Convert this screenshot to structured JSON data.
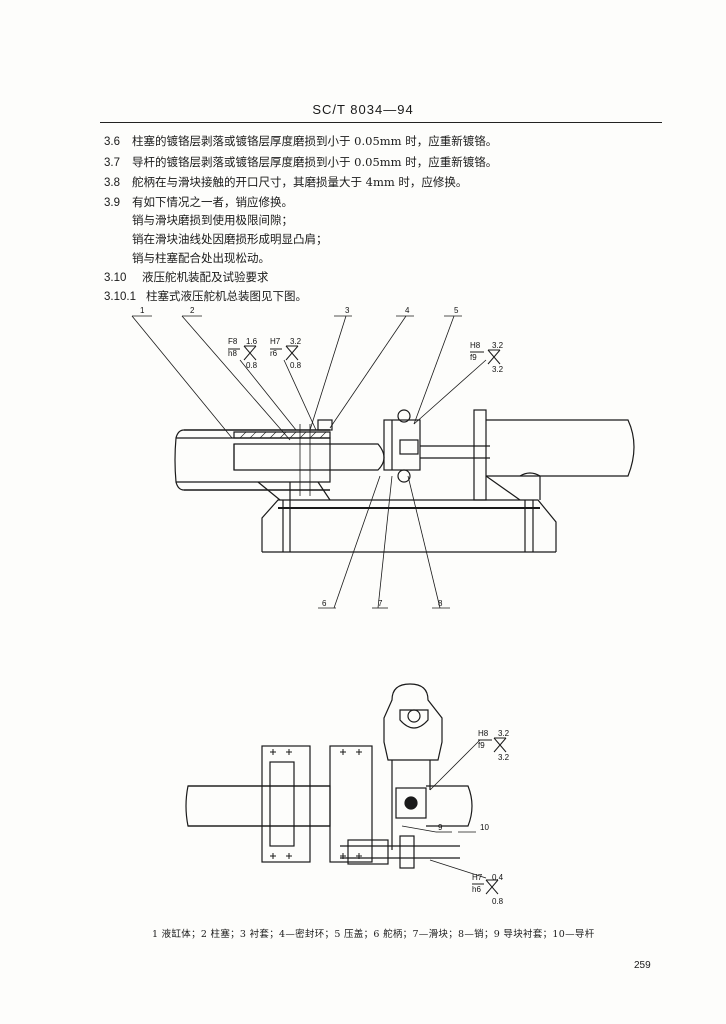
{
  "header": {
    "standard": "SC/T 8034—94"
  },
  "items": [
    {
      "num": "3.6",
      "text": "柱塞的镀铬层剥落或镀铬层厚度磨损到小于 0.05mm 时，应重新镀铬。"
    },
    {
      "num": "3.7",
      "text": "导杆的镀铬层剥落或镀铬层厚度磨损到小于 0.05mm 时，应重新镀铬。"
    },
    {
      "num": "3.8",
      "text": "舵柄在与滑块接触的开口尺寸，其磨损量大于 4mm 时，应修换。"
    },
    {
      "num": "3.9",
      "text": "有如下情况之一者，销应修换。"
    }
  ],
  "sub_items": [
    "销与滑块磨损到使用极限间隙；",
    "销在滑块油线处因磨损形成明显凸肩；",
    "销与柱塞配合处出现松动。"
  ],
  "section_310": {
    "num": "3.10",
    "text": "液压舵机装配及试验要求"
  },
  "section_3101": {
    "num": "3.10.1",
    "text": "柱塞式液压舵机总装图见下图。"
  },
  "figure": {
    "callouts_top": [
      "1",
      "2",
      "3",
      "4",
      "5"
    ],
    "callouts_bottom": [
      "6",
      "7",
      "8"
    ],
    "callouts_plan": [
      "9",
      "10"
    ],
    "fits": {
      "fit1_top": "F8",
      "fit1_bot": "h8",
      "fit1_ra1": "1.6",
      "fit1_ra2": "0.8",
      "fit2_top": "H7",
      "fit2_bot": "r6",
      "fit2_ra1": "3.2",
      "fit2_ra2": "0.8",
      "fit3_top": "H8",
      "fit3_bot": "f9",
      "fit3_ra1": "3.2",
      "fit3_ra2": "3.2",
      "fit4_top": "H8",
      "fit4_bot": "f9",
      "fit4_ra1": "3.2",
      "fit4_ra2": "3.2",
      "fit5_top": "H7",
      "fit5_bot": "h6",
      "fit5_ra1": "0.4",
      "fit5_ra2": "0.8"
    }
  },
  "caption": "1  液缸体；2  柱塞；3  衬套；4—密封环；5  压盖；6  舵柄；7—滑块；8—销；9  导块衬套；10—导杆",
  "page_number": "259"
}
